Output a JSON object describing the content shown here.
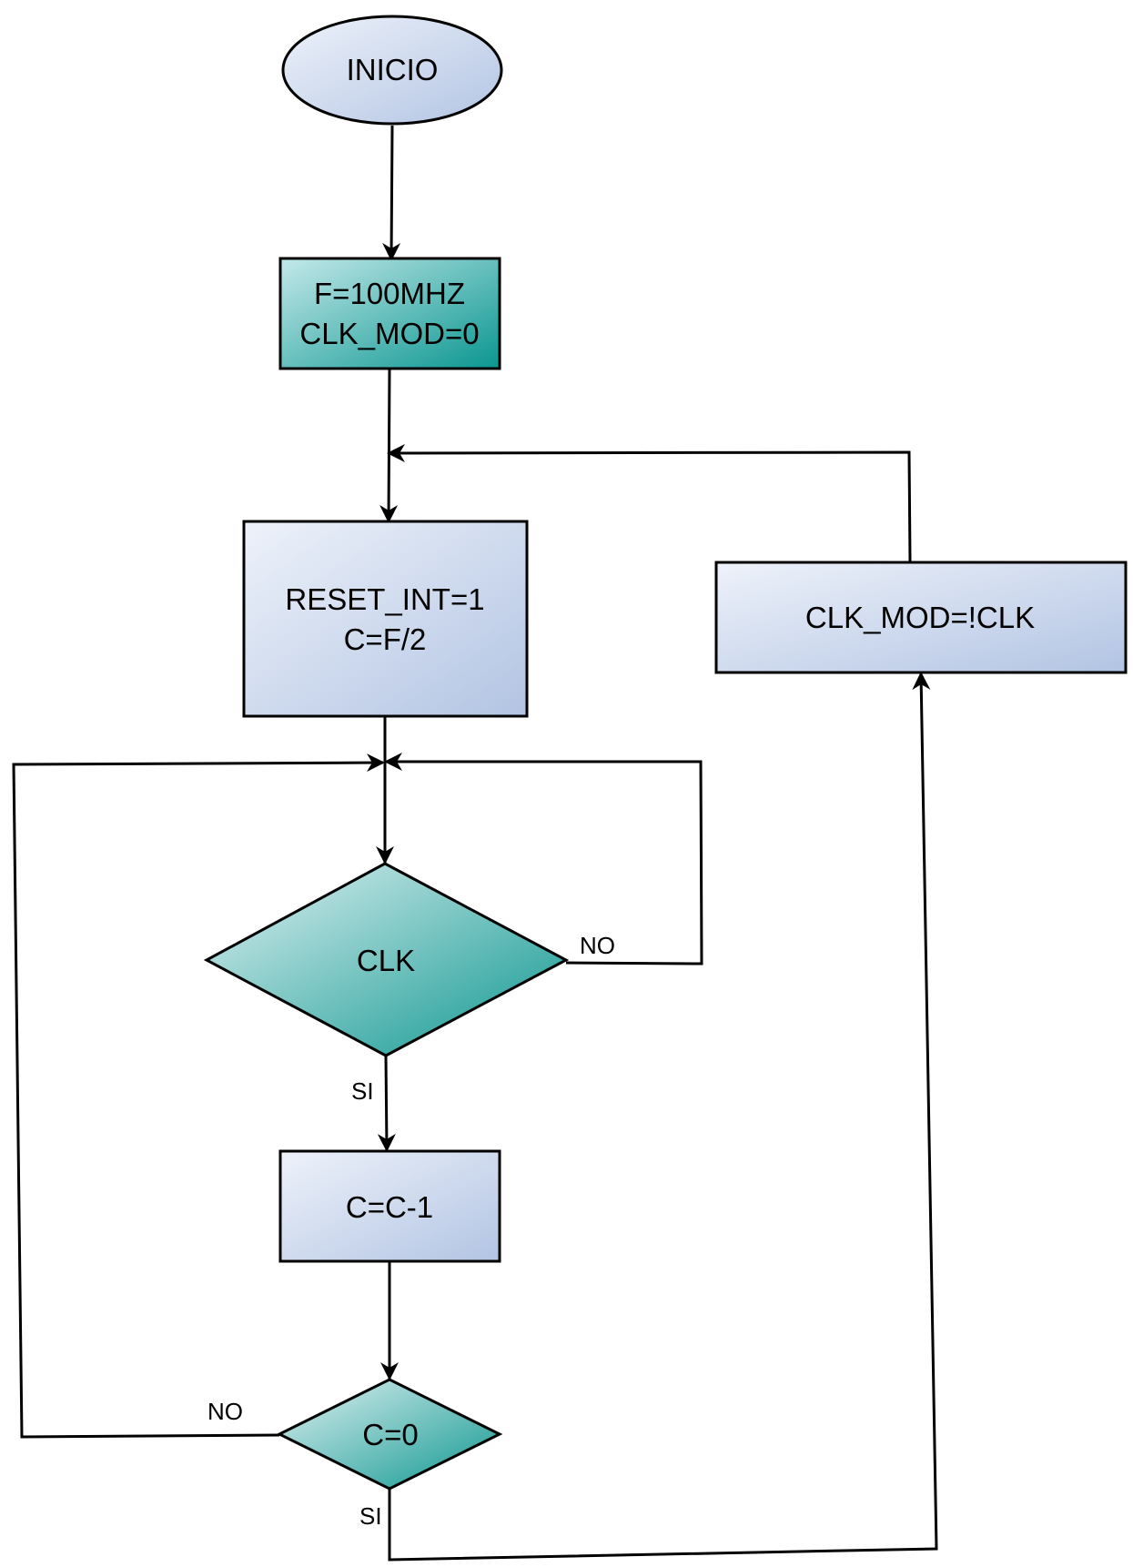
{
  "nodes": {
    "inicio": "INICIO",
    "init": {
      "line1": "F=100MHZ",
      "line2": "CLK_MOD=0"
    },
    "reset": {
      "line1": "RESET_INT=1",
      "line2": "C=F/2"
    },
    "toggle": "CLK_MOD=!CLK",
    "clk_decision": "CLK",
    "decrement": "C=C-1",
    "zero_decision": "C=0"
  },
  "edges": {
    "clk_no": "NO",
    "clk_si": "SI",
    "zero_no": "NO",
    "zero_si": "SI"
  }
}
